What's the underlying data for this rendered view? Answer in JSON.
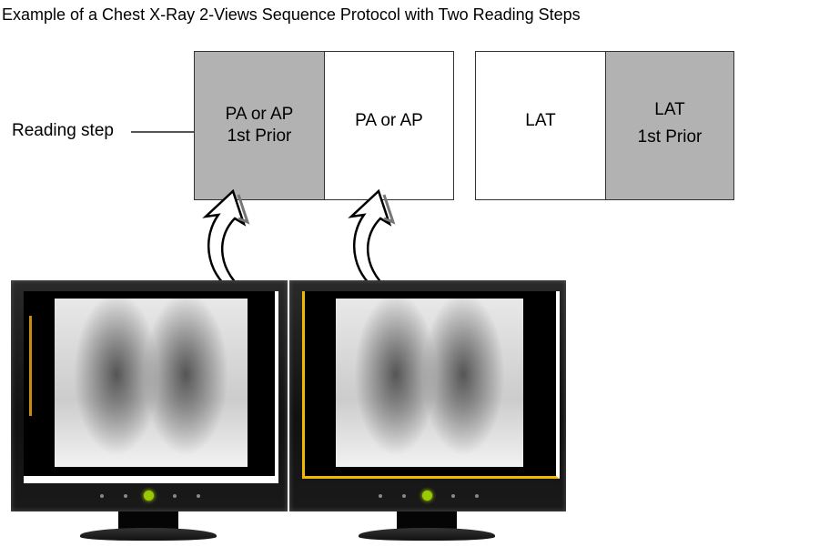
{
  "title": "Example of a Chest X-Ray 2-Views Sequence Protocol with Two Reading Steps",
  "reading_step_label": "Reading step",
  "boxes": [
    {
      "line1": "PA or AP",
      "line2": "1st Prior",
      "fill": "#b2b2b2"
    },
    {
      "line1": "PA or AP",
      "line2": "",
      "fill": "#ffffff"
    },
    {
      "line1": "LAT",
      "line2": "",
      "fill": "#ffffff"
    },
    {
      "line1": "LAT",
      "line2": "1st Prior",
      "fill": "#b2b2b2"
    }
  ],
  "monitors": [
    {
      "content": "chest-xray-prior",
      "arrow_target": "box-1"
    },
    {
      "content": "chest-xray-current",
      "arrow_target": "box-2"
    }
  ],
  "colors": {
    "box_gray": "#b2b2b2",
    "border": "#333333",
    "power_led": "#99cc00",
    "highlight_frame": "#f0b800"
  }
}
